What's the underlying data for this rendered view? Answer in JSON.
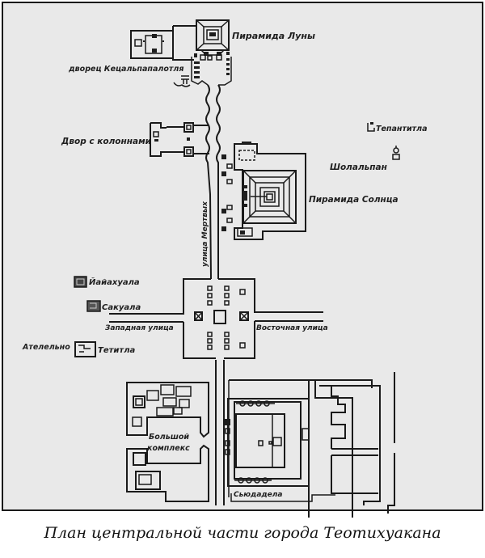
{
  "caption": "План центральной части города Теотихуакана",
  "colors": {
    "paper": "#e9e9e9",
    "ink": "#1a1a1a",
    "background": "#ffffff"
  },
  "labels": {
    "moon_pyramid": "Пирамида Луны",
    "quetzalpapalotl_palace": "дворец Кецальпапалотля",
    "columns_court": "Двор с колоннами",
    "tepantitla": "Тепантитла",
    "xolalpan": "Шолальпан",
    "sun_pyramid": "Пирамида Солнца",
    "street_of_dead": "улица Мертвых",
    "yayahuala": "Йайахуала",
    "zacuala": "Сакуала",
    "west_street": "Западная улица",
    "east_street": "Восточная улица",
    "atetelco": "Ателельно",
    "tetitla": "Тетитла",
    "great_complex_line1": "Большой",
    "great_complex_line2": "комплекс",
    "ciudadela": "Сьюдадела"
  }
}
